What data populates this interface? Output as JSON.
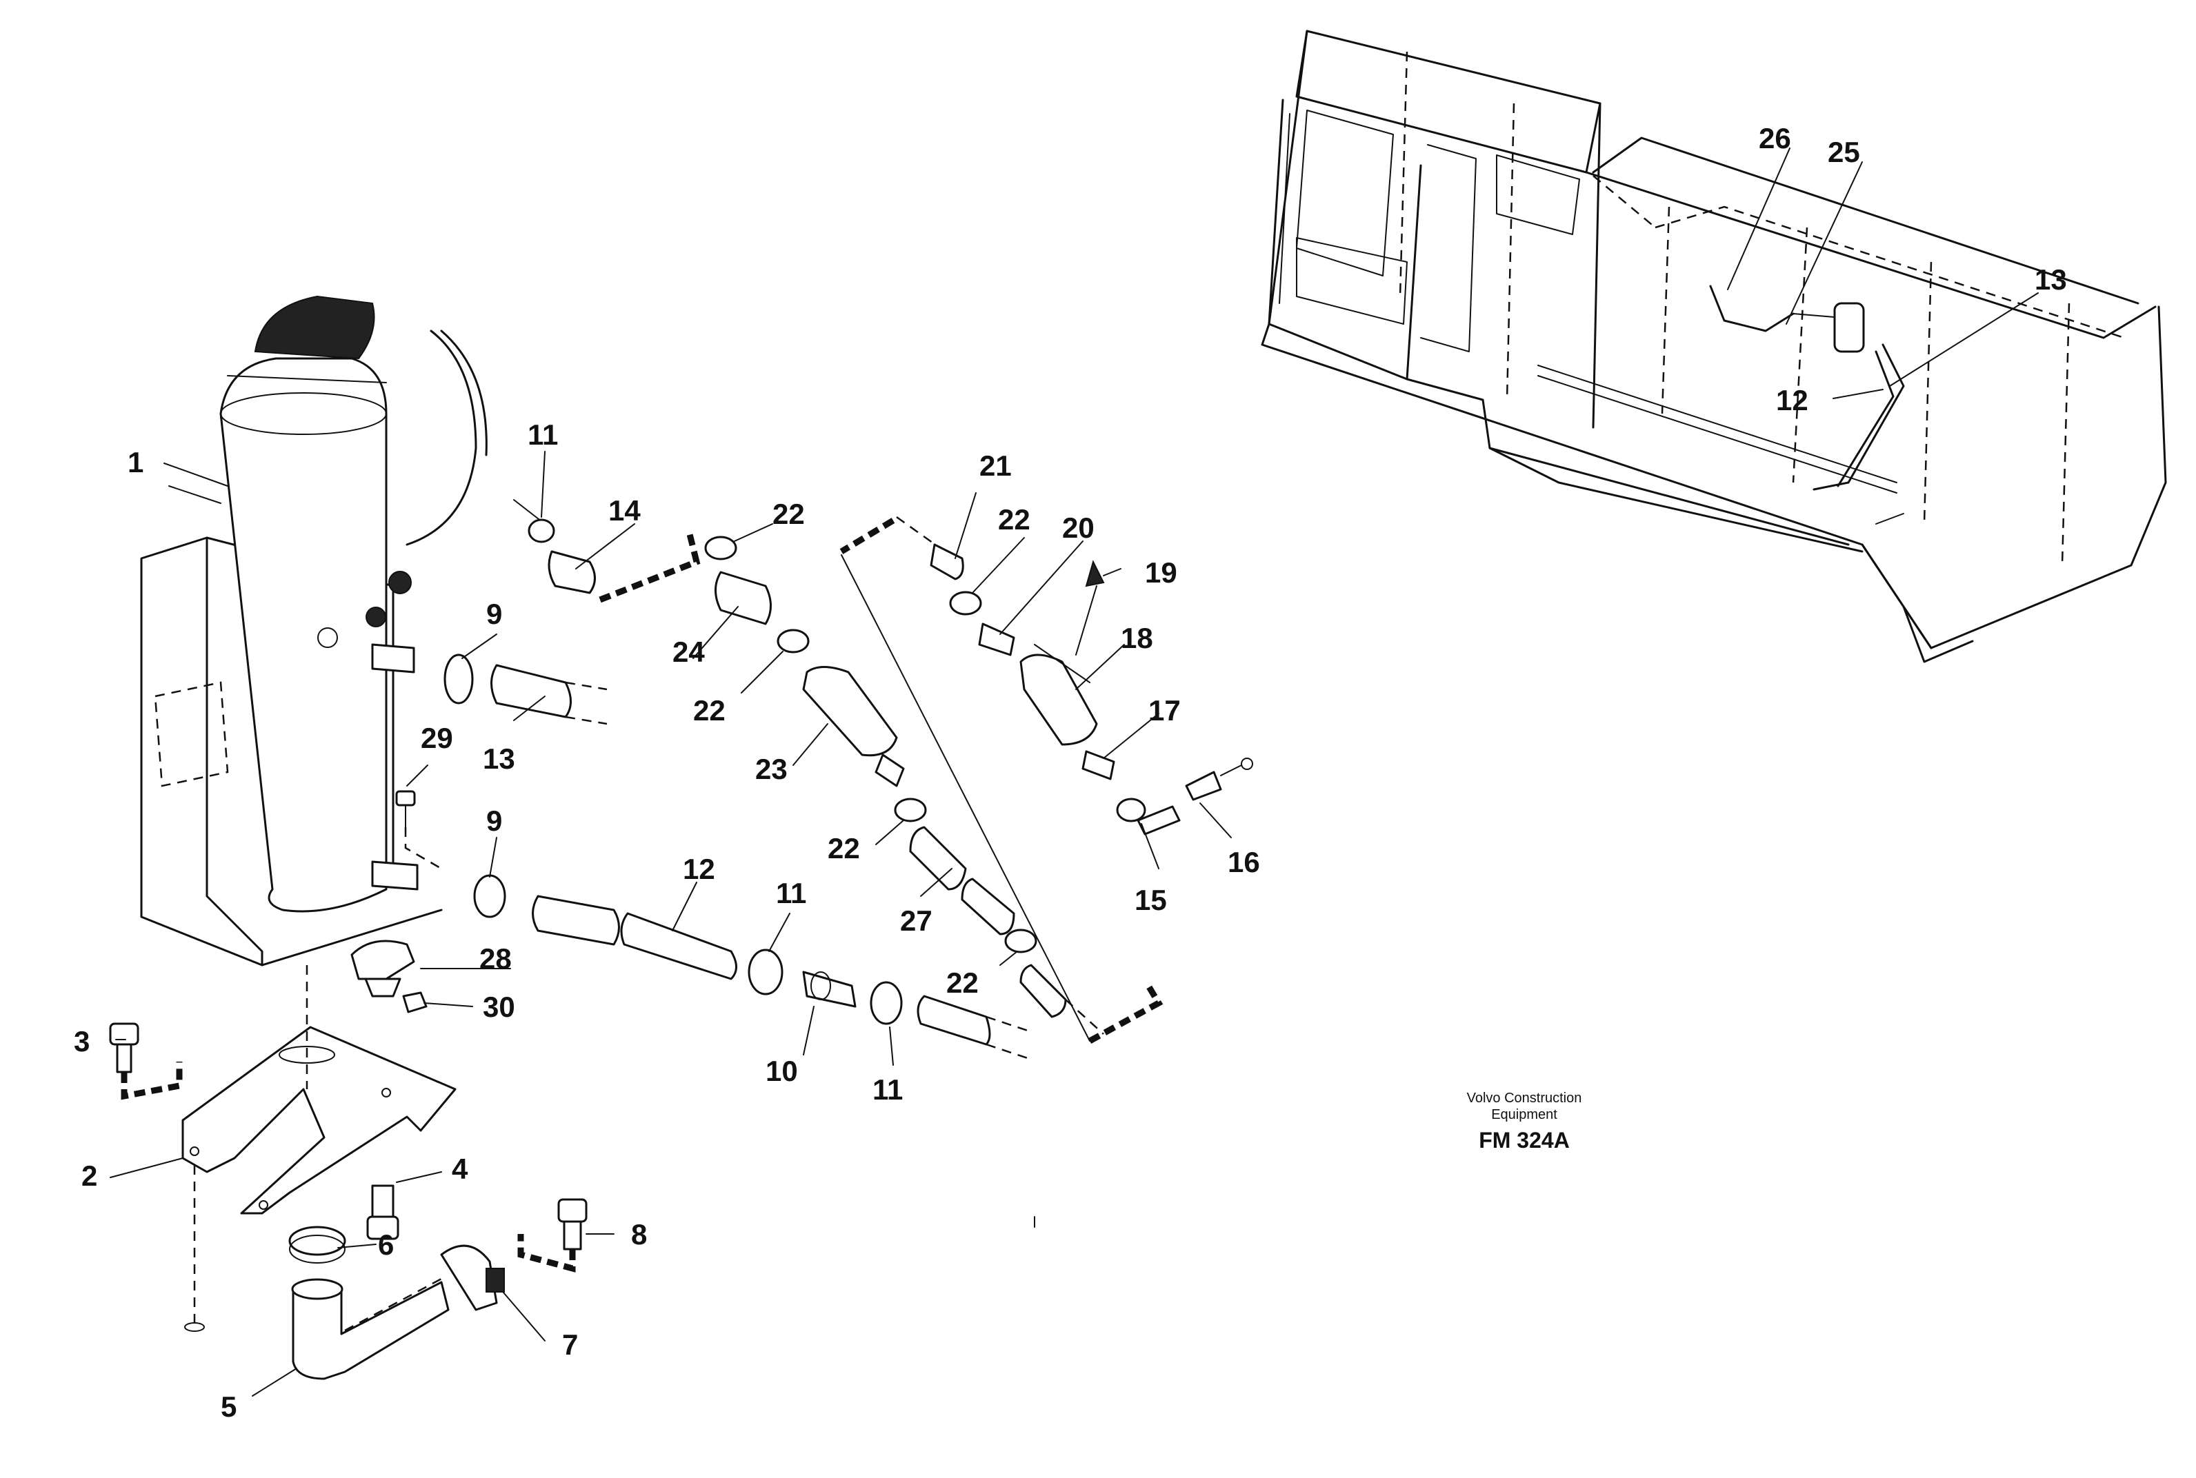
{
  "publisher": {
    "line1": "Volvo Construction",
    "line2": "Equipment"
  },
  "figure_code": "FM 324A",
  "callouts": {
    "c1": "1",
    "c2": "2",
    "c3": "3",
    "c4": "4",
    "c5": "5",
    "c6": "6",
    "c7": "7",
    "c8": "8",
    "c9a": "9",
    "c9b": "9",
    "c10": "10",
    "c11a": "11",
    "c11b": "11",
    "c11c": "11",
    "c12a": "12",
    "c12b": "12",
    "c13a": "13",
    "c13b": "13",
    "c14": "14",
    "c15": "15",
    "c16": "16",
    "c17": "17",
    "c18": "18",
    "c19": "19",
    "c20": "20",
    "c21": "21",
    "c22a": "22",
    "c22b": "22",
    "c22c": "22",
    "c22d": "22",
    "c22e": "22",
    "c23": "23",
    "c24": "24",
    "c25": "25",
    "c26": "26",
    "c27": "27",
    "c28": "28",
    "c29": "29",
    "c30": "30"
  }
}
